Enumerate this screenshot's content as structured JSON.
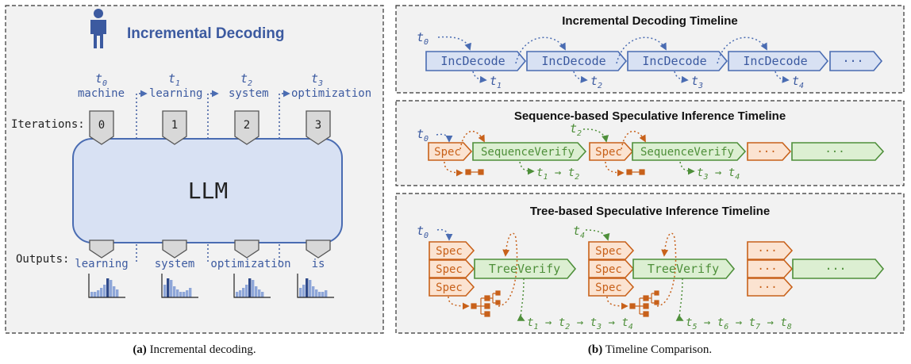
{
  "colors": {
    "blue": "#4a6cb2",
    "blue_fill": "#d8e1f3",
    "blue_text": "#3c5aa0",
    "orange": "#c8611a",
    "orange_fill": "#fbe3d1",
    "green": "#4e8f3a",
    "green_fill": "#dcefd2",
    "panel_bg": "#f2f2f2"
  },
  "panel_a": {
    "title": "Incremental Decoding",
    "iterations_label": "Iterations:",
    "outputs_label": "Outputs:",
    "llm_label": "LLM",
    "steps": [
      {
        "t": "t",
        "sub": "0",
        "word": "machine",
        "iter": "0",
        "output": "learning"
      },
      {
        "t": "t",
        "sub": "1",
        "word": "learning",
        "iter": "1",
        "output": "system"
      },
      {
        "t": "t",
        "sub": "2",
        "word": "system",
        "iter": "2",
        "output": "optimization"
      },
      {
        "t": "t",
        "sub": "3",
        "word": "optimization",
        "iter": "3",
        "output": "is"
      }
    ],
    "caption_tag": "(a)",
    "caption_text": "Incremental decoding."
  },
  "panel_b": {
    "caption_tag": "(b)",
    "caption_text": "Timeline Comparison.",
    "incremental": {
      "title": "Incremental Decoding Timeline",
      "block": "IncDecode",
      "ellipsis": "···",
      "in_t": "t",
      "in_sub": "0",
      "outs": [
        {
          "t": "t",
          "sub": "1"
        },
        {
          "t": "t",
          "sub": "2"
        },
        {
          "t": "t",
          "sub": "3"
        },
        {
          "t": "t",
          "sub": "4"
        }
      ]
    },
    "sequence": {
      "title": "Sequence-based Speculative Inference Timeline",
      "spec": "Spec",
      "verify": "SequenceVerify",
      "ellipsis": "···",
      "in1_t": "t",
      "in1_sub": "0",
      "in2_t": "t",
      "in2_sub": "2",
      "out1": {
        "a": "t",
        "as": "1",
        "arrow": "→",
        "b": "t",
        "bs": "2"
      },
      "out2": {
        "a": "t",
        "as": "3",
        "arrow": "→",
        "b": "t",
        "bs": "4"
      }
    },
    "tree": {
      "title": "Tree-based Speculative Inference Timeline",
      "spec": "Spec",
      "verify": "TreeVerify",
      "ellipsis": "···",
      "in1_t": "t",
      "in1_sub": "0",
      "in2_t": "t",
      "in2_sub": "4",
      "out1": [
        {
          "t": "t",
          "sub": "1"
        },
        {
          "t": "t",
          "sub": "2"
        },
        {
          "t": "t",
          "sub": "3"
        },
        {
          "t": "t",
          "sub": "4"
        }
      ],
      "out2": [
        {
          "t": "t",
          "sub": "5"
        },
        {
          "t": "t",
          "sub": "6"
        },
        {
          "t": "t",
          "sub": "7"
        },
        {
          "t": "t",
          "sub": "8"
        }
      ],
      "arrow": "→"
    }
  }
}
